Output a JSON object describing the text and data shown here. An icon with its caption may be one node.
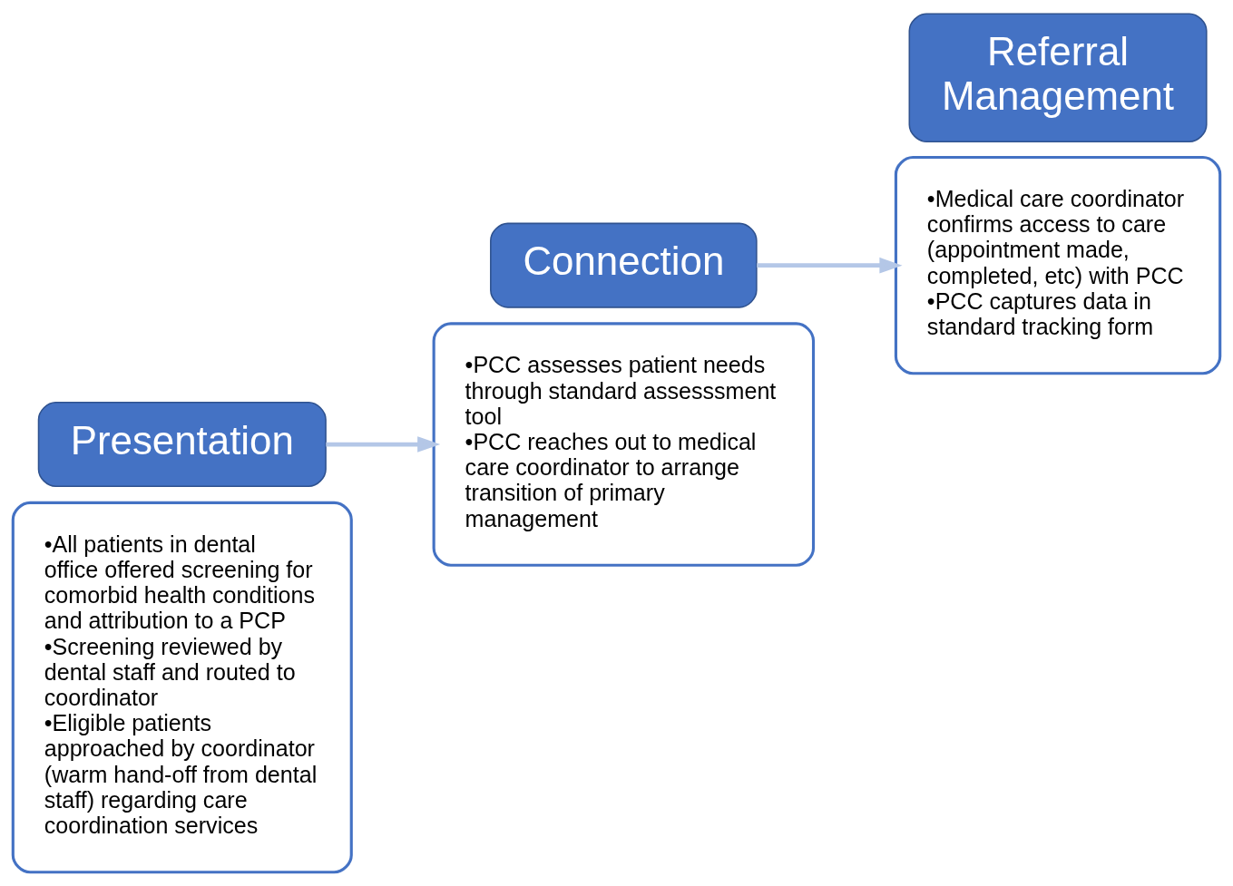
{
  "diagram": {
    "nodes": [
      {
        "text": [
          "•All patients in dental office offered screening for comorbid health conditions and attribution to a PCP",
          "•Screening reviewed by dental staff and routed to coordinator",
          "•Eligible patients approached by coordinator (warm hand-off from dental staff) regarding care coordination services"
        ]
      },
      {
        "text": [
          "Presentation"
        ]
      },
      {
        "text": [
          "•PCC assesses patient needs through standard assesssment tool",
          "•PCC reaches out to medical care coordinator to arrange transition of primary management"
        ]
      },
      {
        "text": [
          "Connection"
        ]
      },
      {
        "text": [
          "•Medical care coordinator confirms access to care (appointment made, completed, etc) with PCC",
          "•PCC captures data in standard tracking form"
        ]
      },
      {
        "text": [
          "Referral Management"
        ]
      }
    ],
    "edges": [
      {
        "from": 1,
        "to": 2,
        "arrow": "to"
      },
      {
        "from": 3,
        "to": 4,
        "arrow": "to"
      }
    ]
  }
}
